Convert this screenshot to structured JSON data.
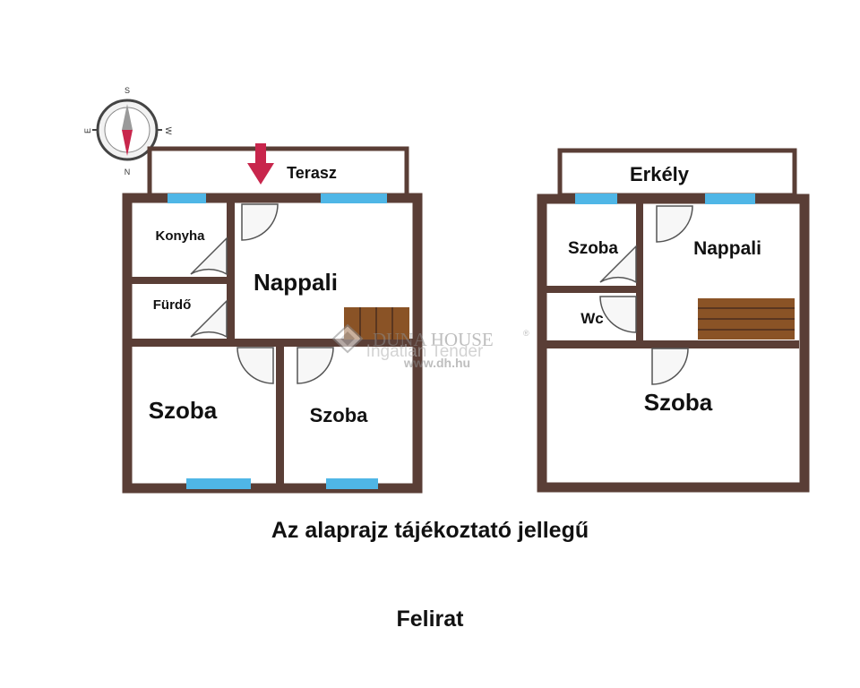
{
  "colors": {
    "wall": "#5a3e36",
    "window": "#4fb6e6",
    "stairs": "#8a5326",
    "arrow": "#c8264c",
    "door": "#555555",
    "background": "#ffffff"
  },
  "compass": {
    "north": "N",
    "south": "S",
    "east": "E",
    "west": "W",
    "icon": "compass-icon"
  },
  "ground_floor": {
    "terrace": "Terasz",
    "kitchen": "Konyha",
    "bathroom": "Fürdő",
    "living_room": "Nappali",
    "room_left": "Szoba",
    "room_right": "Szoba",
    "entrance_arrow_icon": "entrance-arrow-icon"
  },
  "upper_floor": {
    "balcony": "Erkély",
    "room_small": "Szoba",
    "living_room": "Nappali",
    "wc": "Wc",
    "room_large": "Szoba"
  },
  "watermark": {
    "brand": "DUNA HOUSE",
    "registered": "®",
    "sub": "Ingatlan Tender",
    "url": "www.dh.hu"
  },
  "disclaimer": "Az alaprajz tájékoztató jellegű",
  "caption": "Felirat"
}
